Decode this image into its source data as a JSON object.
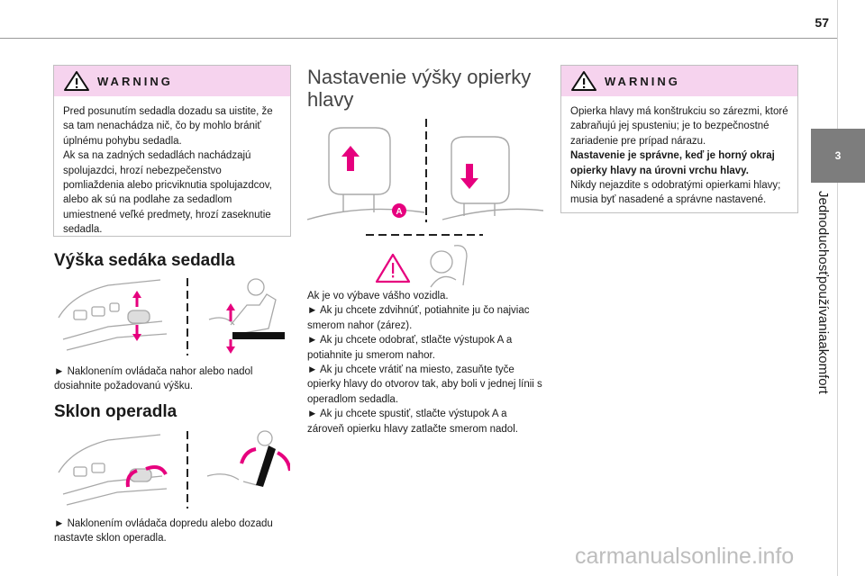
{
  "page_number": "57",
  "chapter": {
    "number": "3",
    "title": "Jednoduchosťpoužívaniaakomfort"
  },
  "warning_left": {
    "title": "WARNING",
    "lines": [
      "Pred posunutím sedadla dozadu sa uistite, že sa tam nenachádza nič, čo by mohlo brániť úplnému pohybu sedadla.",
      "Ak sa na zadných sedadlách nachádzajú spolujazdci, hrozí nebezpečenstvo pomliaždenia alebo pricviknutia spolujazdcov, alebo ak sú na podlahe za sedadlom umiestnené veľké predmety, hrozí zaseknutie sedadla."
    ]
  },
  "seat_height": {
    "heading": "Výška sedáka sedadla",
    "text": "► Naklonením ovládača nahor alebo nadol dosiahnite požadovanú výšku."
  },
  "backrest": {
    "heading": "Sklon operadla",
    "text": "► Naklonením ovládača dopredu alebo dozadu nastavte sklon operadla."
  },
  "headrest": {
    "heading": "Nastavenie výšky opierky hlavy",
    "label_a": "A",
    "lines": [
      "Ak je vo výbave vášho vozidla.",
      "► Ak ju chcete zdvihnúť, potiahnite ju čo najviac smerom nahor (zárez).",
      "► Ak ju chcete odobrať, stlačte výstupok A a potiahnite ju smerom nahor.",
      "► Ak ju chcete vrátiť na miesto, zasuňte tyče opierky hlavy do otvorov tak, aby boli v jednej línii s operadlom sedadla.",
      "► Ak ju chcete spustiť, stlačte výstupok A a zároveň opierku hlavy zatlačte smerom nadol."
    ]
  },
  "warning_right": {
    "title": "WARNING",
    "line1": "Opierka hlavy má konštrukciu so zárezmi, ktoré zabraňujú jej spusteniu; je to bezpečnostné zariadenie pre prípad nárazu.",
    "bold": "Nastavenie je správne, keď je horný okraj opierky hlavy na úrovni vrchu hlavy.",
    "line2": "Nikdy nejazdite s odobratými opierkami hlavy; musia byť nasadené a správne nastavené."
  },
  "watermark": "carmanualsonline.info",
  "colors": {
    "accent": "#e6007e",
    "warning_bg": "#f6d3ee",
    "tab": "#7d7d7d"
  }
}
